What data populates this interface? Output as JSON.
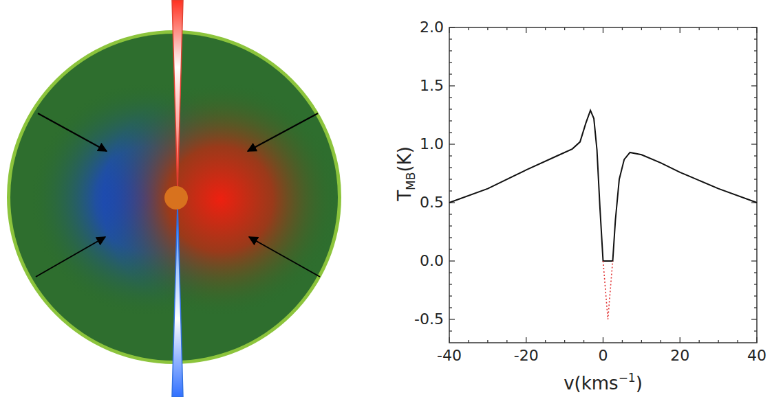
{
  "diagram": {
    "labels": [
      "2.0",
      "1.5",
      "1.0",
      "0.5",
      "0.0",
      "-0.5",
      "-40",
      "-20",
      "0",
      "20",
      "40",
      "T",
      "MB",
      "(K)",
      "v(kms",
      "−1",
      ")"
    ]
  }
}
